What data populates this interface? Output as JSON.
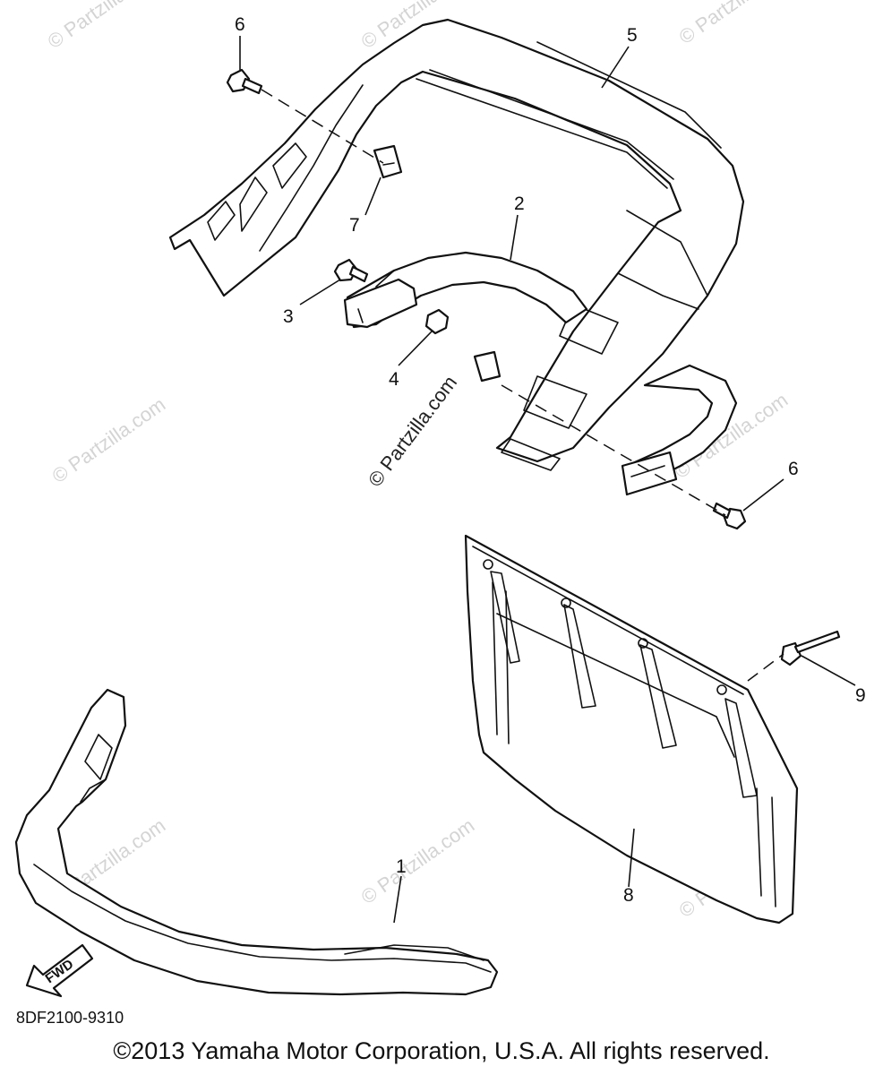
{
  "callouts": {
    "p1": "1",
    "p2": "2",
    "p3": "3",
    "p4": "4",
    "p5": "5",
    "p6a": "6",
    "p6b": "6",
    "p7": "7",
    "p8": "8",
    "p9": "9"
  },
  "direction_arrow": "FWD",
  "watermark": "© Partzilla.com",
  "diagram_code": "8DF2100-9310",
  "copyright": "©2013 Yamaha Motor Corporation, U.S.A. All rights reserved."
}
